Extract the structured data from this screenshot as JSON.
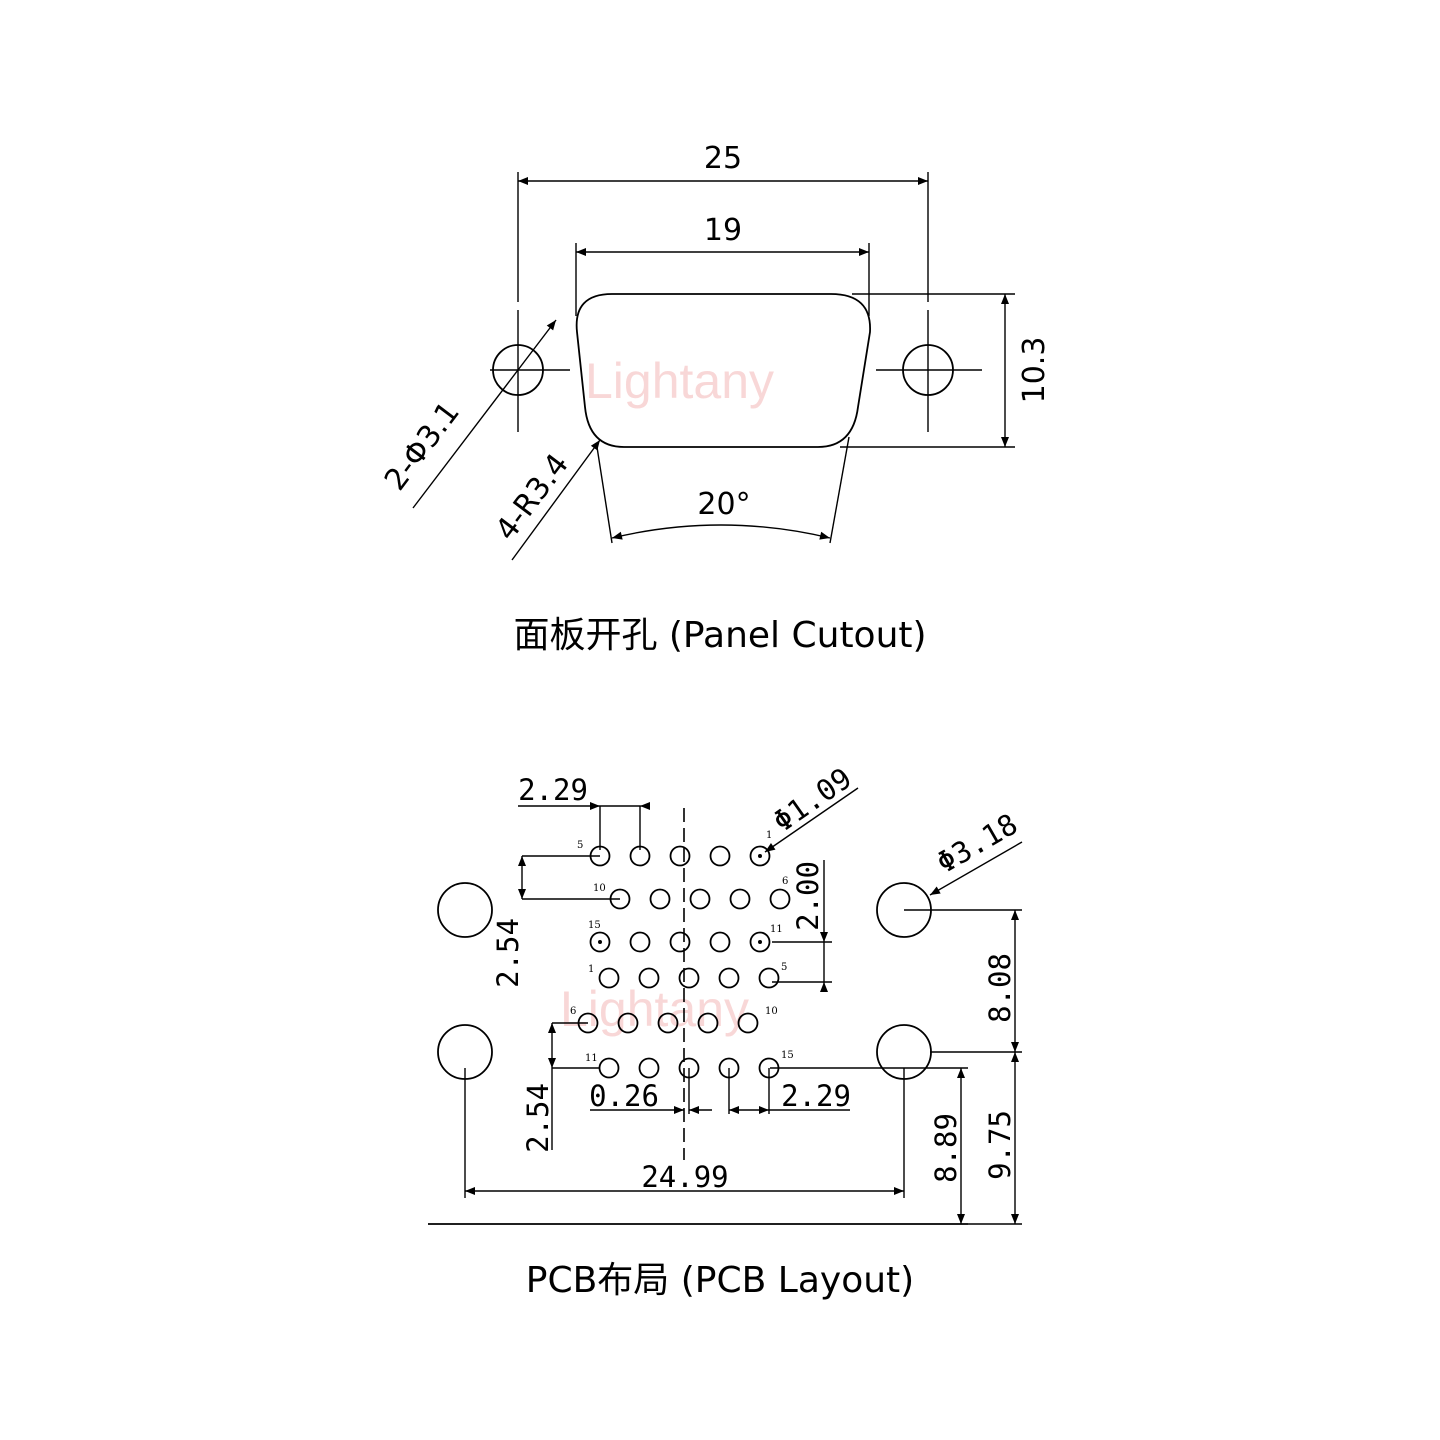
{
  "panel": {
    "dims": {
      "overall_width": "25",
      "body_width": "19",
      "height": "10.3",
      "hole_callout": "2-Φ3.1",
      "radius_callout": "4-R3.4",
      "angle": "20°"
    },
    "watermark": "Lightany",
    "caption": "面板开孔 (Panel Cutout)"
  },
  "pcb": {
    "dims": {
      "top_pitch": "2.29",
      "pin_dia": "Φ1.09",
      "mount_dia": "Φ3.18",
      "row_gap": "2.00",
      "row_pitch_upper": "2.54",
      "mount_height": "8.08",
      "row_pitch_lower": "2.54",
      "offset": "0.26",
      "bottom_pitch": "2.29",
      "mount_span": "24.99",
      "hole_to_edge": "8.89",
      "row_to_edge": "9.75"
    },
    "pin_labels": {
      "upper": [
        "1",
        "5",
        "6",
        "10",
        "11",
        "15"
      ],
      "lower": [
        "1",
        "5",
        "6",
        "10",
        "11",
        "15"
      ]
    },
    "watermark": "Lightany",
    "caption": "PCB布局 (PCB Layout)"
  }
}
